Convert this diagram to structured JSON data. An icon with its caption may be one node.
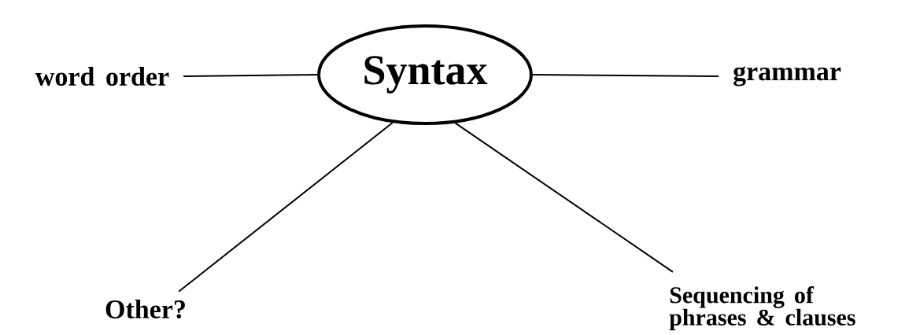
{
  "diagram": {
    "nodes": [
      {
        "text": [
          "Syntax"
        ]
      },
      {
        "text": [
          "word order"
        ]
      },
      {
        "text": [
          "grammar"
        ]
      },
      {
        "text": [
          "Other?"
        ]
      },
      {
        "text": [
          "Sequencing of phrases & clauses"
        ]
      }
    ],
    "edges": [
      {
        "from": 0,
        "to": 1,
        "arrow": "none"
      },
      {
        "from": 0,
        "to": 2,
        "arrow": "none"
      },
      {
        "from": 0,
        "to": 3,
        "arrow": "none"
      },
      {
        "from": 0,
        "to": 4,
        "arrow": "none"
      }
    ]
  }
}
